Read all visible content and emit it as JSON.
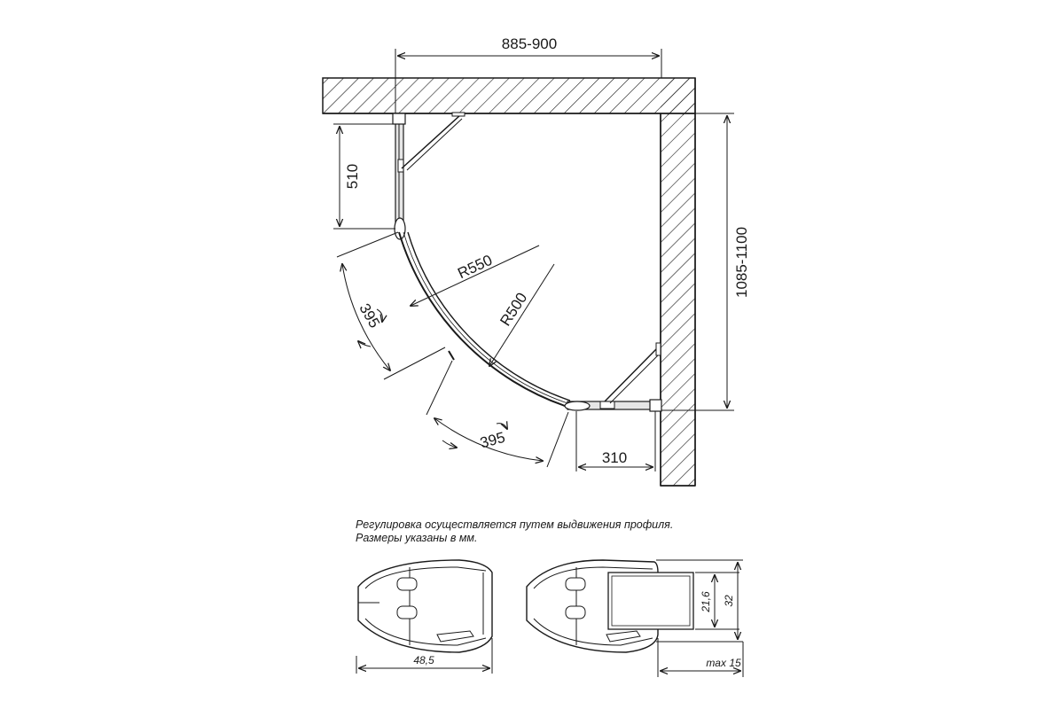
{
  "dimensions": {
    "width": "885-900",
    "depth": "1085-1100",
    "side_panel": "510",
    "radius_outer": "R550",
    "radius_inner": "R500",
    "door_arc_left": "395",
    "door_arc_bottom": "395",
    "bottom_panel": "310"
  },
  "notes": {
    "line1": "Регулировка осуществляется путем выдвижения профиля.",
    "line2": "Размеры указаны в мм."
  },
  "profile": {
    "width": "48,5",
    "inner_height": "21,6",
    "outer_height": "32",
    "adjustment": "max 15"
  },
  "colors": {
    "ink": "#1a1a1a",
    "glass": "#dcdcdc"
  }
}
